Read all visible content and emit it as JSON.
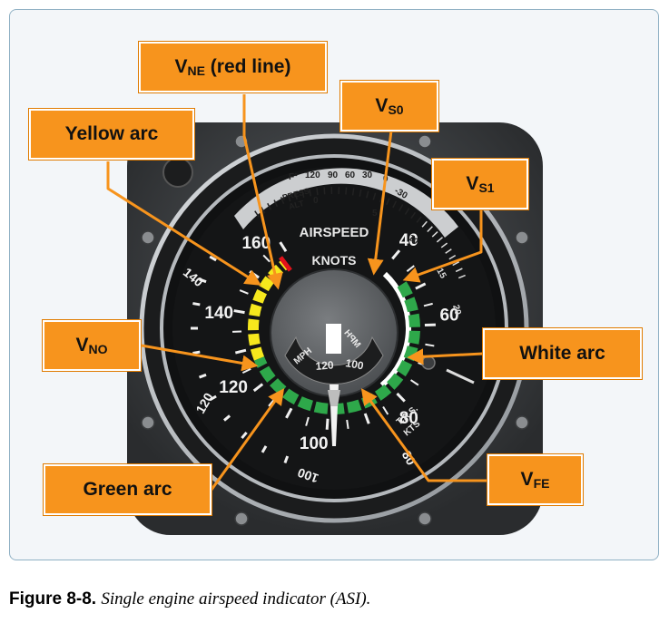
{
  "gauge": {
    "title": "AIRSPEED",
    "unit": "KNOTS",
    "mph_label": "MPH",
    "mph_label_right": "MPH",
    "mph_window_values": [
      "120",
      "100"
    ],
    "knots_labels": [
      "40",
      "60",
      "80",
      "100",
      "120",
      "140",
      "160"
    ],
    "outer_labels": [
      "140",
      "120",
      "100",
      "80"
    ],
    "tas_label": "T.A.S.",
    "kts_label": "KTS",
    "press_alt_label_1": "PRESS",
    "press_alt_label_2": "ALT",
    "press_alt_zero": "0",
    "temp_labels": [
      "F°",
      "120",
      "90",
      "60",
      "30",
      "0",
      "-30"
    ],
    "alt_ring_labels": [
      "5",
      "10",
      "15",
      "20"
    ],
    "colors": {
      "red_line": "#e3121b",
      "yellow_arc": "#f6e81d",
      "green_arc": "#2ea84a",
      "white_arc": "#ffffff",
      "callout": "#f7941d",
      "arrow": "#f7941d"
    }
  },
  "callouts": {
    "vne": {
      "main": "V",
      "sub": "NE",
      "rest": " (red line)"
    },
    "yellow_arc": {
      "text": "Yellow arc"
    },
    "vs0": {
      "main": "V",
      "sub": "S0"
    },
    "vs1": {
      "main": "V",
      "sub": "S1"
    },
    "vno": {
      "main": "V",
      "sub": "NO"
    },
    "white_arc": {
      "text": "White arc"
    },
    "green_arc": {
      "text": "Green arc"
    },
    "vfe": {
      "main": "V",
      "sub": "FE"
    }
  },
  "caption": {
    "label": "Figure 8-8.",
    "text": "Single engine airspeed indicator (ASI)."
  }
}
